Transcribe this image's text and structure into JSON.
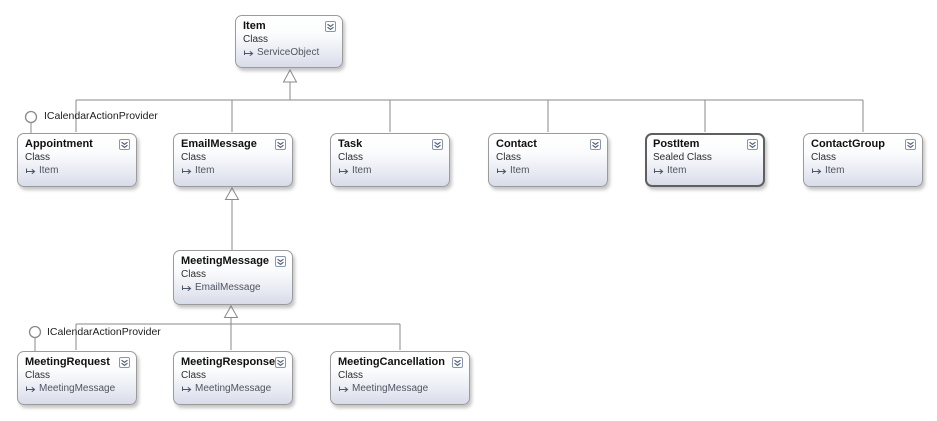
{
  "diagram": {
    "kind": "class-diagram",
    "background": "#ffffff"
  },
  "colors": {
    "box_border": "#9b9b9b",
    "sealed_box_border": "#5f5f5f",
    "box_fill_top": "#ffffff",
    "box_fill_bottom": "#d8dce9",
    "connector_line": "#8a8a8a",
    "title_text": "#101010",
    "base_type_text": "#505561"
  },
  "icons": {
    "collapse_button": "double-chevron-down-icon",
    "base_type_arrow": "arrow-right-icon",
    "interface_marker": "lollipop-circle-icon",
    "inheritance_marker": "hollow-triangle-up-icon"
  },
  "classes": [
    {
      "name": "Item",
      "kind": "Class",
      "base": "ServiceObject"
    },
    {
      "name": "Appointment",
      "kind": "Class",
      "base": "Item"
    },
    {
      "name": "EmailMessage",
      "kind": "Class",
      "base": "Item"
    },
    {
      "name": "Task",
      "kind": "Class",
      "base": "Item"
    },
    {
      "name": "Contact",
      "kind": "Class",
      "base": "Item"
    },
    {
      "name": "PostItem",
      "kind": "Sealed Class",
      "base": "Item"
    },
    {
      "name": "ContactGroup",
      "kind": "Class",
      "base": "Item"
    },
    {
      "name": "MeetingMessage",
      "kind": "Class",
      "base": "EmailMessage"
    },
    {
      "name": "MeetingRequest",
      "kind": "Class",
      "base": "MeetingMessage"
    },
    {
      "name": "MeetingResponse",
      "kind": "Class",
      "base": "MeetingMessage"
    },
    {
      "name": "MeetingCancellation",
      "kind": "Class",
      "base": "MeetingMessage"
    }
  ],
  "interfaces": [
    {
      "label": "ICalendarActionProvider",
      "attached_to": "Appointment"
    },
    {
      "label": "ICalendarActionProvider",
      "attached_to": "MeetingRequest"
    }
  ],
  "inheritance": [
    {
      "children": [
        "Appointment",
        "EmailMessage",
        "Task",
        "Contact",
        "PostItem",
        "ContactGroup"
      ],
      "parent": "Item"
    },
    {
      "children": [
        "MeetingMessage"
      ],
      "parent": "EmailMessage"
    },
    {
      "children": [
        "MeetingRequest",
        "MeetingResponse",
        "MeetingCancellation"
      ],
      "parent": "MeetingMessage"
    }
  ]
}
